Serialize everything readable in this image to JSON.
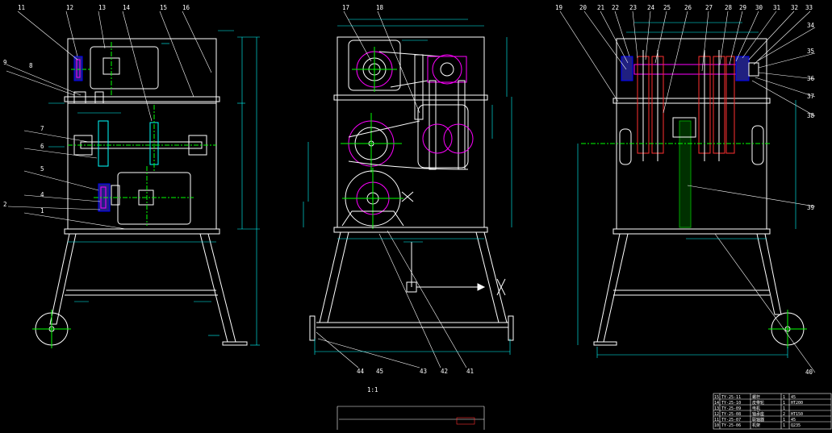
{
  "colors": {
    "background": "#000000",
    "frame": "#ffffff",
    "dimension": "#00ffff",
    "centerline": "#00ff00",
    "belt": "#ff00ff",
    "hatch": "#00a000",
    "red": "#ff3030",
    "blue": "#0000ff"
  },
  "views": {
    "left": {
      "callouts": [
        "11",
        "12",
        "13",
        "14",
        "15",
        "16",
        "9",
        "8",
        "7",
        "6",
        "5",
        "4",
        "2",
        "1"
      ]
    },
    "middle": {
      "callouts": [
        "17",
        "18",
        "44",
        "45",
        "43",
        "42",
        "41"
      ],
      "scale_note": "1:1"
    },
    "right": {
      "callouts": [
        "19",
        "20",
        "21",
        "22",
        "23",
        "24",
        "25",
        "26",
        "27",
        "28",
        "29",
        "30",
        "31",
        "32",
        "33",
        "34",
        "35",
        "36",
        "37",
        "38",
        "39",
        "40"
      ]
    }
  },
  "title_block": {
    "rows": [
      [
        "15",
        "TY-25-11",
        "螺杆",
        "1",
        "45"
      ],
      [
        "14",
        "TY-25-10",
        "皮带轮",
        "1",
        "HT200"
      ],
      [
        "13",
        "TY-25-09",
        "电机",
        "1",
        ""
      ],
      [
        "12",
        "TY-25-08",
        "轴承座",
        "2",
        "HT150"
      ],
      [
        "11",
        "TY-25-07",
        "联轴器",
        "1",
        "45"
      ],
      [
        "10",
        "TY-25-06",
        "机架",
        "1",
        "Q235"
      ]
    ]
  }
}
